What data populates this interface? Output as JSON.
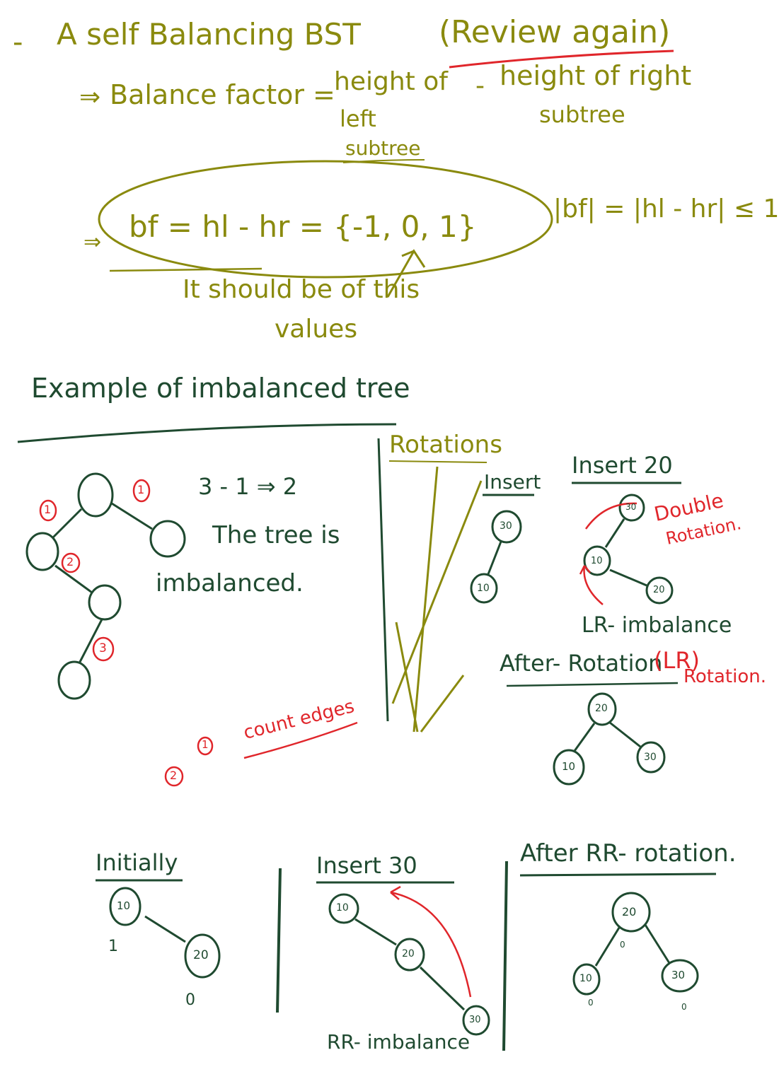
{
  "colors": {
    "olive": "#8a8a0e",
    "green": "#1f4a30",
    "red": "#e0262b"
  },
  "header": {
    "dash": "-",
    "title": "A self Balancing BST",
    "review": "(Review again)"
  },
  "balance_factor": {
    "arrow": "⇒",
    "lead": "Balance factor =",
    "left_term": "height of",
    "left_term_2": "left",
    "left_term_3": "subtree",
    "minus": "-",
    "right_term": "height of right",
    "right_term_2": "subtree"
  },
  "formula": {
    "arrow": "⇒",
    "expr": "bf = hl - hr = {-1, 0, 1}",
    "abs": "|bf| = |hl - hr| ≤ 1",
    "note_1": "It should be of this",
    "note_2": "values"
  },
  "example": {
    "heading": "Example of imbalanced tree",
    "calc": "3 - 1 ⇒ 2",
    "msg_1": "The tree is",
    "msg_2": "imbalanced.",
    "badges": {
      "left_1": "1",
      "right_1": "1",
      "b2": "2",
      "b3": "3"
    },
    "count_1": "1",
    "count_2": "2",
    "count_edges": "count edges"
  },
  "rotations": {
    "heading": "Rotations",
    "insert": "Insert",
    "insert_20": "Insert 20",
    "double": "Double",
    "rotation": "Rotation.",
    "lr_imbalance": "LR- imbalance",
    "after": "After- Rotation",
    "lr": "(LR)",
    "rotation_2": "Rotation.",
    "n30": "30",
    "n10": "10",
    "n20": "20",
    "n30b": "30",
    "n10b": "10",
    "n20b": "20",
    "n20c": "20",
    "n10c": "10",
    "n30c": "30"
  },
  "bottom": {
    "initially": "Initially",
    "insert_30": "Insert 30",
    "after_rr": "After RR- rotation.",
    "rr_imbalance": "RR- imbalance",
    "i10": "10",
    "i20": "20",
    "i_bf1": "1",
    "i_bf0": "0",
    "s10": "10",
    "s20": "20",
    "s30": "30",
    "a20": "20",
    "a10": "10",
    "a30": "30",
    "a_bf20": "0",
    "a_bf10": "0",
    "a_bf30": "0"
  }
}
